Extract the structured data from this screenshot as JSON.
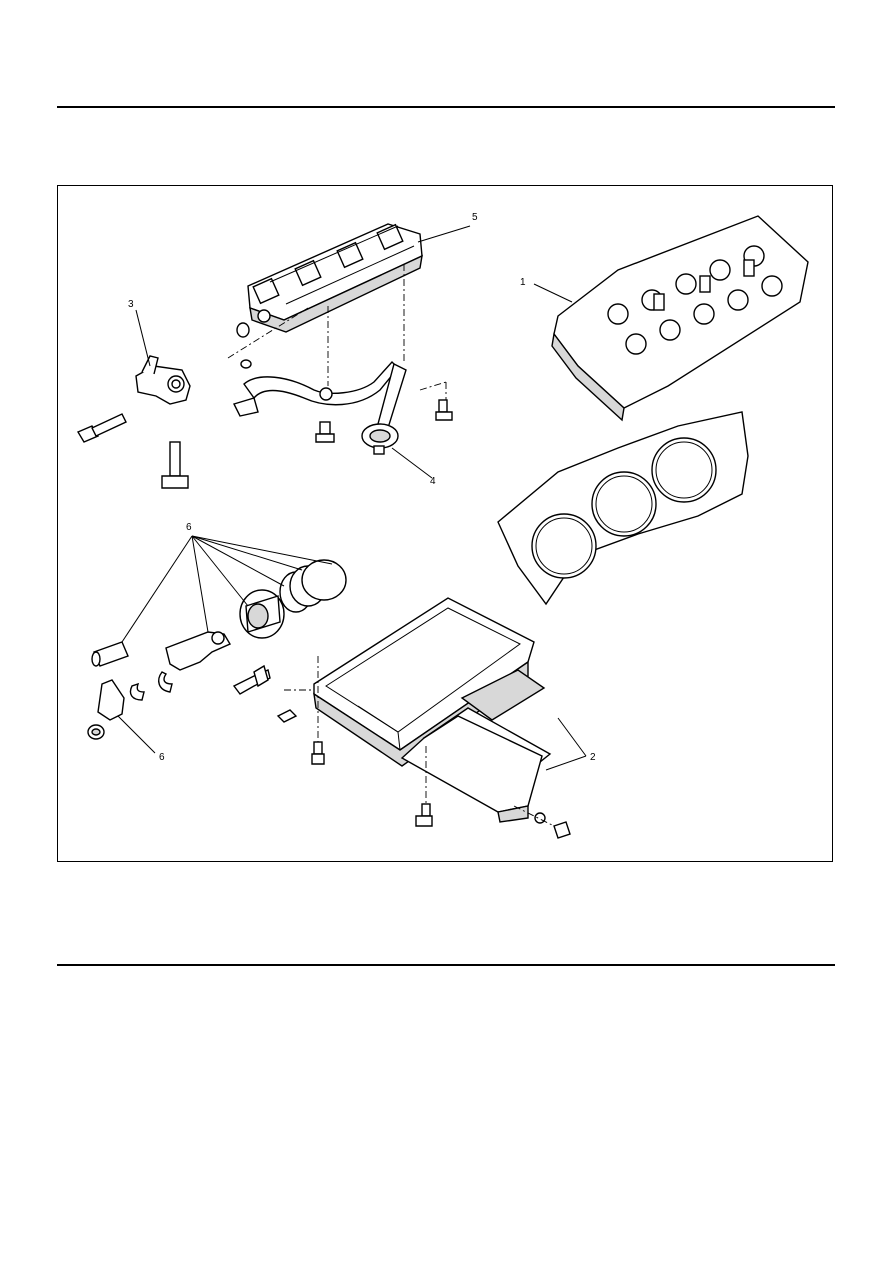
{
  "figure": {
    "callouts": [
      {
        "id": "1",
        "text": "1"
      },
      {
        "id": "2",
        "text": "2"
      },
      {
        "id": "3",
        "text": "3"
      },
      {
        "id": "4",
        "text": "4"
      },
      {
        "id": "5",
        "text": "5"
      },
      {
        "id": "6a",
        "text": "6"
      },
      {
        "id": "6b",
        "text": "6"
      }
    ],
    "parts": [
      "cylinder-head",
      "oil-pan",
      "oil-pipe",
      "oil-strainer",
      "crankshaft-bearing-cap",
      "piston-and-connecting-rod",
      "cylinder-head-gasket"
    ]
  }
}
